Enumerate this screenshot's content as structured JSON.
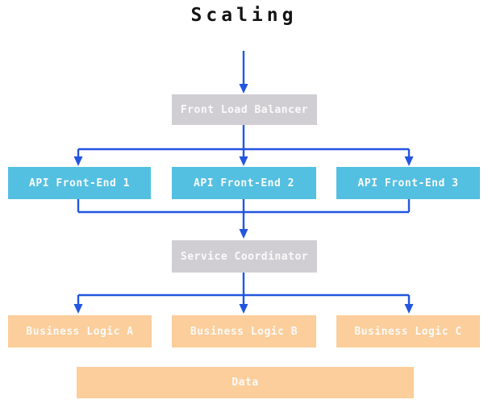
{
  "title": "Scaling",
  "colors": {
    "background": "#ffffff",
    "title_text": "#141414",
    "arrow": "#2255e0",
    "gray_box": "#d1ced3",
    "cyan_box": "#53c0e1",
    "orange_box": "#fbce9b",
    "box_text": "#fafafa"
  },
  "nodes": {
    "front_load_balancer": {
      "label": "Front Load Balancer",
      "color": "#d1ced3"
    },
    "api_front_end_1": {
      "label": "API Front-End 1",
      "color": "#53c0e1"
    },
    "api_front_end_2": {
      "label": "API Front-End 2",
      "color": "#53c0e1"
    },
    "api_front_end_3": {
      "label": "API Front-End 3",
      "color": "#53c0e1"
    },
    "service_coordinator": {
      "label": "Service Coordinator",
      "color": "#d1ced3"
    },
    "business_logic_a": {
      "label": "Business Logic A",
      "color": "#fbce9b"
    },
    "business_logic_b": {
      "label": "Business Logic B",
      "color": "#fbce9b"
    },
    "business_logic_c": {
      "label": "Business Logic C",
      "color": "#fbce9b"
    },
    "data_store": {
      "label": "Data",
      "color": "#fbce9b"
    }
  },
  "edges": [
    {
      "from": "start",
      "to": "Front Load Balancer"
    },
    {
      "from": "Front Load Balancer",
      "to": "API Front-End 1"
    },
    {
      "from": "Front Load Balancer",
      "to": "API Front-End 2"
    },
    {
      "from": "Front Load Balancer",
      "to": "API Front-End 3"
    },
    {
      "from": "API Front-End 1",
      "to": "Service Coordinator"
    },
    {
      "from": "API Front-End 2",
      "to": "Service Coordinator"
    },
    {
      "from": "API Front-End 3",
      "to": "Service Coordinator"
    },
    {
      "from": "Service Coordinator",
      "to": "Business Logic A"
    },
    {
      "from": "Service Coordinator",
      "to": "Business Logic B"
    },
    {
      "from": "Service Coordinator",
      "to": "Business Logic C"
    }
  ]
}
